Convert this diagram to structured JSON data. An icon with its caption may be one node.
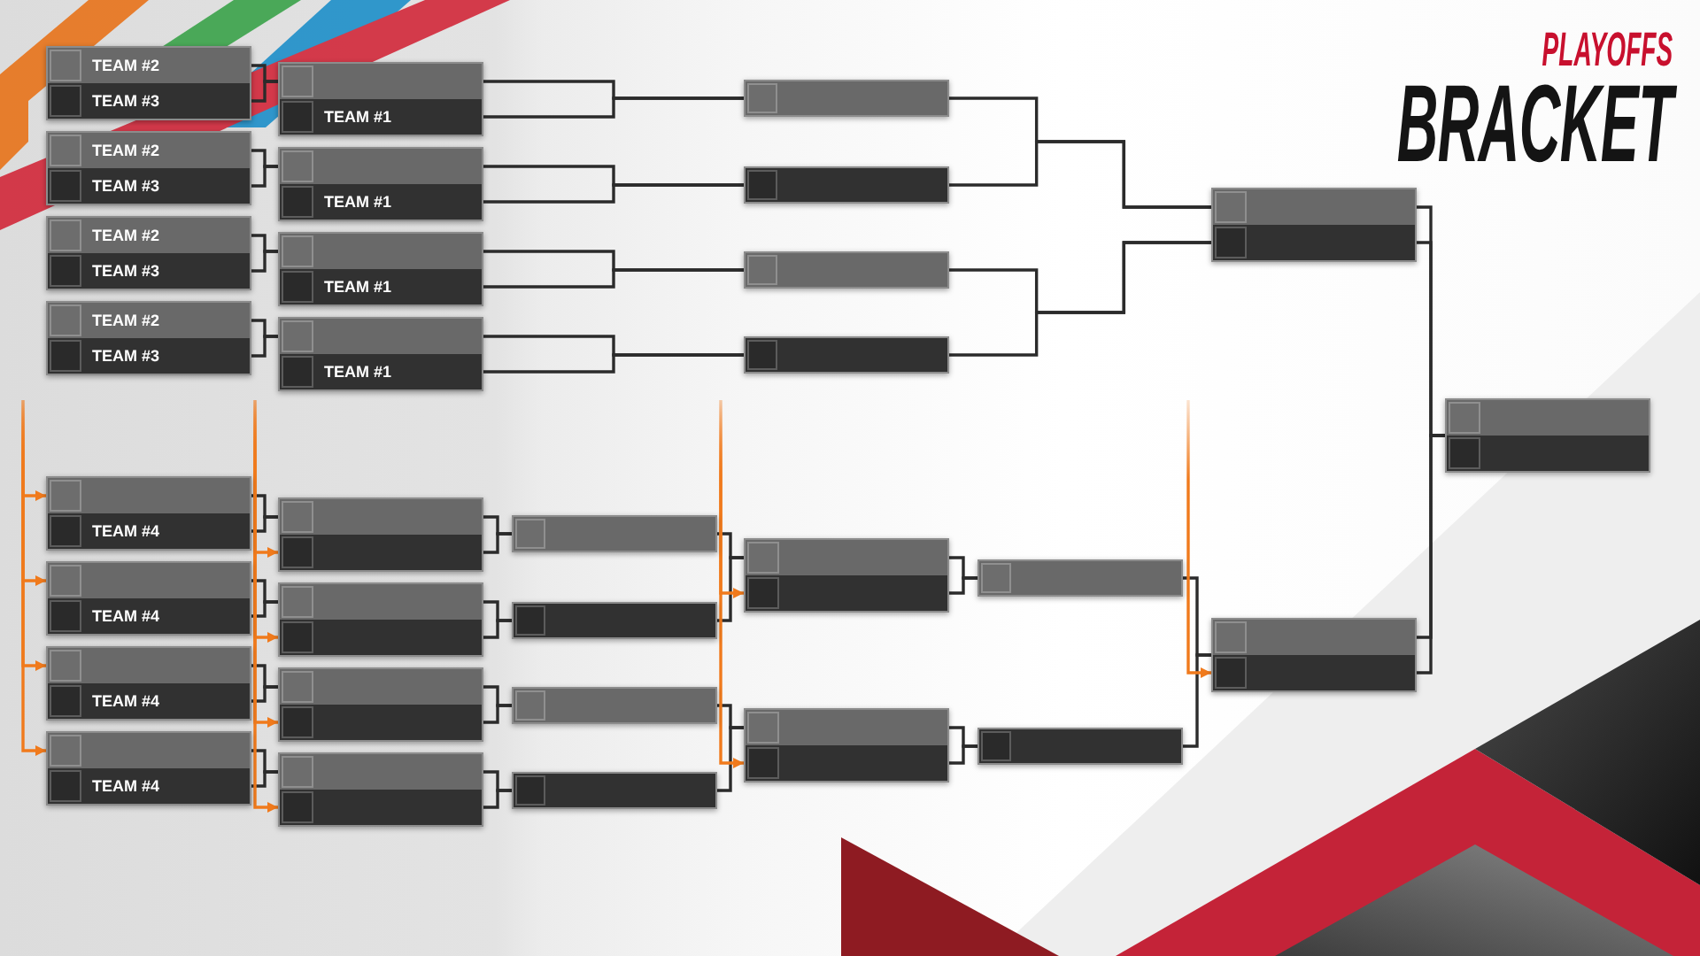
{
  "diagram": {
    "title": "PLAYOFFS BRACKET",
    "nodes": [
      {
        "text": [],
        "shape": "box"
      },
      {
        "text": [
          "TEAM #2"
        ],
        "in": 0
      },
      {
        "text": [
          "TEAM #3"
        ],
        "in": 0
      },
      {
        "text": [],
        "shape": "box"
      },
      {
        "text": [
          "TEAM #2"
        ],
        "in": 3
      },
      {
        "text": [
          "TEAM #3"
        ],
        "in": 3
      },
      {
        "text": [],
        "shape": "box"
      },
      {
        "text": [
          "TEAM #2"
        ],
        "in": 6
      },
      {
        "text": [
          "TEAM #3"
        ],
        "in": 6
      },
      {
        "text": [],
        "shape": "box"
      },
      {
        "text": [
          "TEAM #2"
        ],
        "in": 9
      },
      {
        "text": [
          "TEAM #3"
        ],
        "in": 9
      },
      {
        "text": [],
        "shape": "box"
      },
      {
        "text": [],
        "shape": "bar",
        "in": 12
      },
      {
        "text": [
          "TEAM #1"
        ],
        "in": 12
      },
      {
        "text": [],
        "shape": "box"
      },
      {
        "text": [],
        "shape": "bar",
        "in": 15
      },
      {
        "text": [
          "TEAM #1"
        ],
        "in": 15
      },
      {
        "text": [],
        "shape": "box"
      },
      {
        "text": [],
        "shape": "bar",
        "in": 18
      },
      {
        "text": [
          "TEAM #1"
        ],
        "in": 18
      },
      {
        "text": [],
        "shape": "box"
      },
      {
        "text": [],
        "shape": "bar",
        "in": 21
      },
      {
        "text": [
          "TEAM #1"
        ],
        "in": 21
      },
      {
        "text": [],
        "shape": "bar"
      },
      {
        "text": [],
        "shape": "bar"
      },
      {
        "text": [],
        "shape": "bar"
      },
      {
        "text": [],
        "shape": "bar"
      },
      {
        "text": [],
        "shape": "box"
      },
      {
        "text": [],
        "shape": "bar",
        "in": 28
      },
      {
        "text": [],
        "shape": "bar",
        "in": 28
      },
      {
        "text": [],
        "shape": "box"
      },
      {
        "text": [],
        "shape": "bar",
        "in": 31
      },
      {
        "text": [
          "TEAM #4"
        ],
        "in": 31
      },
      {
        "text": [],
        "shape": "box"
      },
      {
        "text": [],
        "shape": "bar",
        "in": 34
      },
      {
        "text": [
          "TEAM #4"
        ],
        "in": 34
      },
      {
        "text": [],
        "shape": "box"
      },
      {
        "text": [],
        "shape": "bar",
        "in": 37
      },
      {
        "text": [
          "TEAM #4"
        ],
        "in": 37
      },
      {
        "text": [],
        "shape": "box"
      },
      {
        "text": [],
        "shape": "bar",
        "in": 40
      },
      {
        "text": [
          "TEAM #4"
        ],
        "in": 40
      },
      {
        "text": [],
        "shape": "box"
      },
      {
        "text": [],
        "shape": "bar",
        "in": 43
      },
      {
        "text": [],
        "shape": "bar",
        "in": 43
      },
      {
        "text": [],
        "shape": "box"
      },
      {
        "text": [],
        "shape": "bar",
        "in": 46
      },
      {
        "text": [],
        "shape": "bar",
        "in": 46
      },
      {
        "text": [],
        "shape": "box"
      },
      {
        "text": [],
        "shape": "bar",
        "in": 49
      },
      {
        "text": [],
        "shape": "bar",
        "in": 49
      },
      {
        "text": [],
        "shape": "box"
      },
      {
        "text": [],
        "shape": "bar",
        "in": 52
      },
      {
        "text": [],
        "shape": "bar",
        "in": 52
      },
      {
        "text": [],
        "shape": "bar"
      },
      {
        "text": [],
        "shape": "bar"
      },
      {
        "text": [],
        "shape": "bar"
      },
      {
        "text": [],
        "shape": "bar"
      },
      {
        "text": [],
        "shape": "box"
      },
      {
        "text": [],
        "shape": "bar",
        "in": 59
      },
      {
        "text": [],
        "shape": "bar",
        "in": 59
      },
      {
        "text": [],
        "shape": "box"
      },
      {
        "text": [],
        "shape": "bar",
        "in": 62
      },
      {
        "text": [],
        "shape": "bar",
        "in": 62
      },
      {
        "text": [],
        "shape": "bar"
      },
      {
        "text": [],
        "shape": "bar"
      },
      {
        "text": [],
        "shape": "box"
      },
      {
        "text": [],
        "shape": "bar",
        "in": 67
      },
      {
        "text": [],
        "shape": "bar",
        "in": 67
      },
      {
        "text": [],
        "shape": "box"
      },
      {
        "text": [],
        "shape": "bar",
        "in": 70
      },
      {
        "text": [],
        "shape": "bar",
        "in": 70
      }
    ],
    "edges": [
      {
        "from": 1,
        "to": 13,
        "arrow": "none"
      },
      {
        "from": 2,
        "to": 13,
        "arrow": "none"
      },
      {
        "from": 4,
        "to": 16,
        "arrow": "none"
      },
      {
        "from": 5,
        "to": 16,
        "arrow": "none"
      },
      {
        "from": 7,
        "to": 19,
        "arrow": "none"
      },
      {
        "from": 8,
        "to": 19,
        "arrow": "none"
      },
      {
        "from": 10,
        "to": 22,
        "arrow": "none"
      },
      {
        "from": 11,
        "to": 22,
        "arrow": "none"
      },
      {
        "from": 13,
        "to": 24,
        "arrow": "none"
      },
      {
        "from": 14,
        "to": 24,
        "arrow": "none"
      },
      {
        "from": 16,
        "to": 25,
        "arrow": "none"
      },
      {
        "from": 17,
        "to": 25,
        "arrow": "none"
      },
      {
        "from": 19,
        "to": 26,
        "arrow": "none"
      },
      {
        "from": 20,
        "to": 26,
        "arrow": "none"
      },
      {
        "from": 22,
        "to": 27,
        "arrow": "none"
      },
      {
        "from": 23,
        "to": 27,
        "arrow": "none"
      },
      {
        "from": 24,
        "to": 29,
        "arrow": "none"
      },
      {
        "from": 25,
        "to": 29,
        "arrow": "none"
      },
      {
        "from": 26,
        "to": 30,
        "arrow": "none"
      },
      {
        "from": 27,
        "to": 30,
        "arrow": "none"
      },
      {
        "from": 29,
        "to": 70,
        "arrow": "none"
      },
      {
        "from": 30,
        "to": 70,
        "arrow": "none"
      },
      {
        "from": 32,
        "to": 44,
        "arrow": "none"
      },
      {
        "from": 33,
        "to": 44,
        "arrow": "none"
      },
      {
        "from": 35,
        "to": 47,
        "arrow": "none"
      },
      {
        "from": 36,
        "to": 47,
        "arrow": "none"
      },
      {
        "from": 38,
        "to": 50,
        "arrow": "none"
      },
      {
        "from": 39,
        "to": 50,
        "arrow": "none"
      },
      {
        "from": 41,
        "to": 53,
        "arrow": "none"
      },
      {
        "from": 42,
        "to": 53,
        "arrow": "none"
      },
      {
        "from": 44,
        "to": 55,
        "arrow": "none"
      },
      {
        "from": 45,
        "to": 55,
        "arrow": "none"
      },
      {
        "from": 47,
        "to": 56,
        "arrow": "none"
      },
      {
        "from": 48,
        "to": 56,
        "arrow": "none"
      },
      {
        "from": 50,
        "to": 57,
        "arrow": "none"
      },
      {
        "from": 51,
        "to": 57,
        "arrow": "none"
      },
      {
        "from": 53,
        "to": 58,
        "arrow": "none"
      },
      {
        "from": 54,
        "to": 58,
        "arrow": "none"
      },
      {
        "from": 55,
        "to": 60,
        "arrow": "none"
      },
      {
        "from": 56,
        "to": 60,
        "arrow": "none"
      },
      {
        "from": 57,
        "to": 63,
        "arrow": "none"
      },
      {
        "from": 58,
        "to": 63,
        "arrow": "none"
      },
      {
        "from": 60,
        "to": 65,
        "arrow": "none"
      },
      {
        "from": 61,
        "to": 65,
        "arrow": "none"
      },
      {
        "from": 63,
        "to": 66,
        "arrow": "none"
      },
      {
        "from": 64,
        "to": 66,
        "arrow": "none"
      },
      {
        "from": 65,
        "to": 67,
        "arrow": "none"
      },
      {
        "from": 66,
        "to": 67,
        "arrow": "none"
      },
      {
        "from": 68,
        "to": 70,
        "arrow": "none"
      },
      {
        "from": 69,
        "to": 70,
        "arrow": "none"
      },
      {
        "from": null,
        "to": 32,
        "arrow": "to",
        "color": "#f07a1c"
      },
      {
        "from": null,
        "to": 35,
        "arrow": "to",
        "color": "#f07a1c"
      },
      {
        "from": null,
        "to": 38,
        "arrow": "to",
        "color": "#f07a1c"
      },
      {
        "from": null,
        "to": 41,
        "arrow": "to",
        "color": "#f07a1c"
      },
      {
        "from": null,
        "to": 45,
        "arrow": "to",
        "color": "#f07a1c"
      },
      {
        "from": null,
        "to": 48,
        "arrow": "to",
        "color": "#f07a1c"
      },
      {
        "from": null,
        "to": 51,
        "arrow": "to",
        "color": "#f07a1c"
      },
      {
        "from": null,
        "to": 54,
        "arrow": "to",
        "color": "#f07a1c"
      },
      {
        "from": null,
        "to": 61,
        "arrow": "to",
        "color": "#f07a1c"
      },
      {
        "from": null,
        "to": 64,
        "arrow": "to",
        "color": "#f07a1c"
      },
      {
        "from": null,
        "to": 69,
        "arrow": "to",
        "color": "#f07a1c"
      }
    ]
  }
}
